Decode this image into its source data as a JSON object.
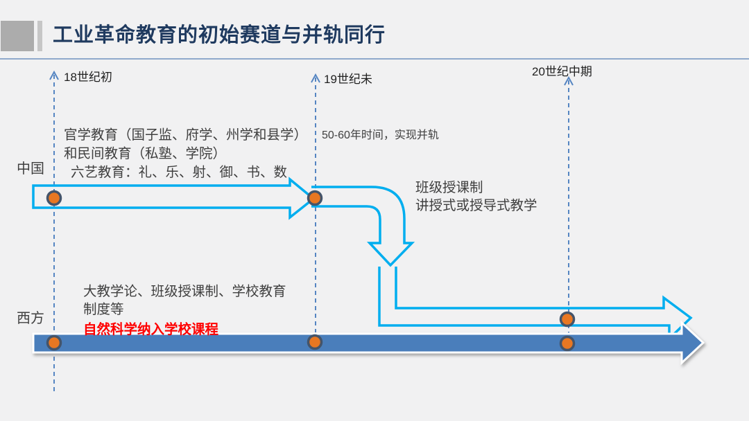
{
  "slide_title": "工业革命教育的初始赛道与并轨同行",
  "colors": {
    "bg": "#F1F1F2",
    "title": "#1F3A5F",
    "divider": "#8FA9CC",
    "cyan": "#00AEEF",
    "arrow_blue": "#4A7EBB",
    "dashed": "#5585C2",
    "dot_fill": "#E87722",
    "dot_border": "#44546A",
    "body_text": "#3F3F3F",
    "label_text": "#1F1F1F",
    "red": "#FF0000",
    "deco_gray": "#ACACAC",
    "deco_gray_light": "#C6C6C6"
  },
  "timeline": {
    "markers": [
      {
        "label": "18世纪初"
      },
      {
        "label": "19世纪未"
      },
      {
        "label": "20世纪中期"
      }
    ]
  },
  "china": {
    "label": "中国",
    "desc_lines": [
      "官学教育（国子监、府学、州学和县学）",
      "和民间教育（私塾、学院）",
      "六艺教育：礼、乐、射、御、书、数"
    ],
    "note": "50-60年时间，实现并轨",
    "result_lines": [
      "班级授课制",
      "讲授式或授导式教学"
    ]
  },
  "west": {
    "label": "西方",
    "desc_lines": [
      "大教学论、班级授课制、学校教育",
      "制度等"
    ],
    "highlight": "自然科学纳入学校课程"
  }
}
